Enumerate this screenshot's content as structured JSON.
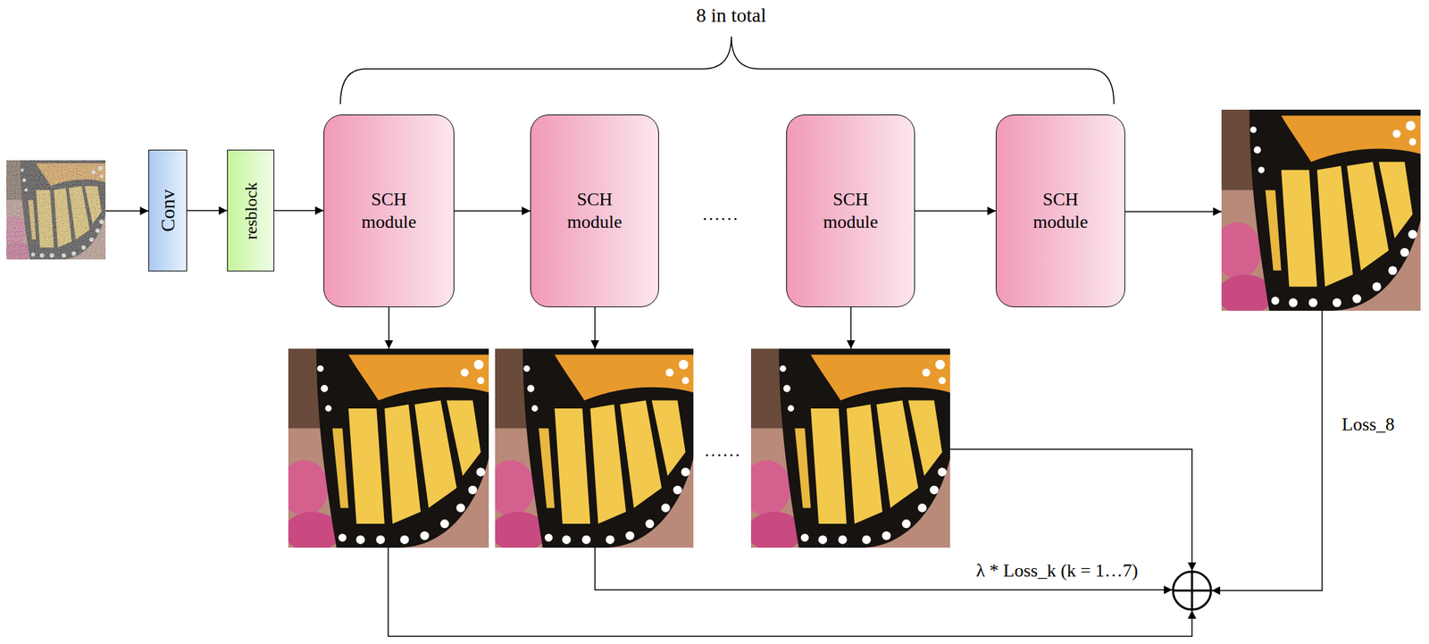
{
  "diagram": {
    "nodes": [
      {
        "text": [
          "Conv"
        ]
      },
      {
        "text": [
          "resblock"
        ]
      },
      {
        "text": [
          "SCH module"
        ]
      },
      {
        "text": [
          "SCH module"
        ]
      },
      {
        "text": [
          "SCH module"
        ]
      },
      {
        "text": [
          "SCH module"
        ]
      }
    ],
    "edges": [
      {
        "from": 0,
        "to": 1,
        "arrow": "to"
      },
      {
        "from": 1,
        "to": 2,
        "arrow": "to"
      },
      {
        "from": 2,
        "to": 3,
        "arrow": "to"
      },
      {
        "from": 4,
        "to": 5,
        "arrow": "to"
      }
    ],
    "labels": [
      "8 in total",
      "……",
      "……",
      "Loss_8",
      "λ * Loss_k (k = 1…7)"
    ]
  }
}
